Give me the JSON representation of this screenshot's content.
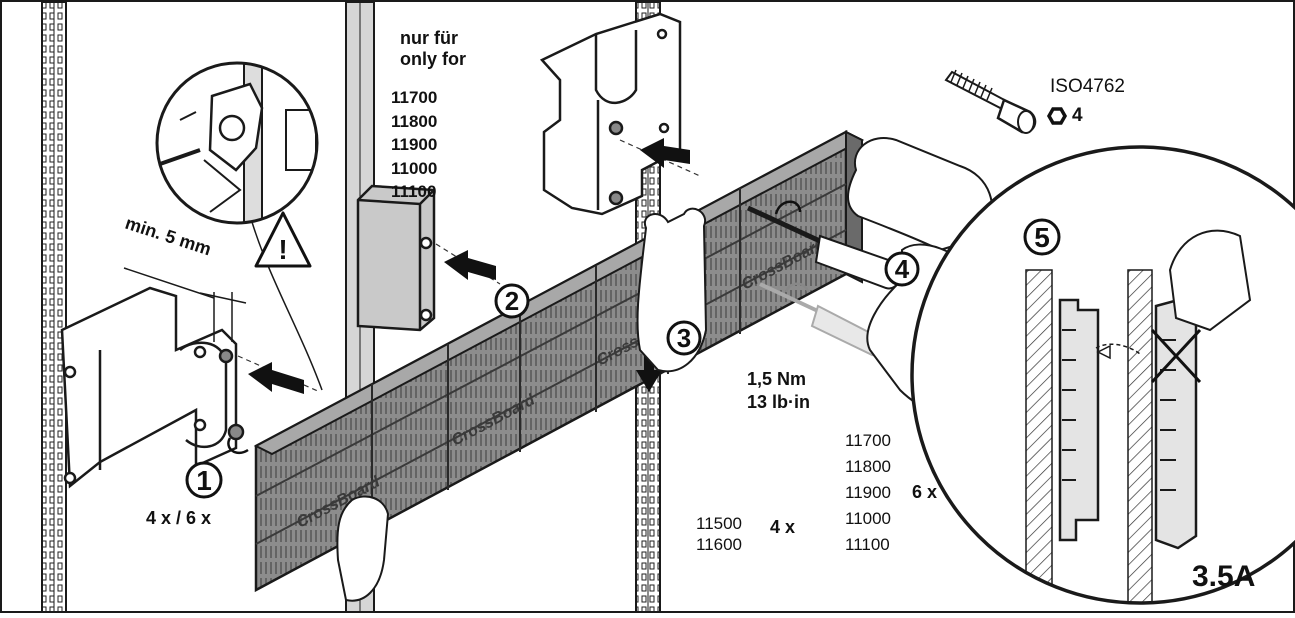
{
  "labels": {
    "only_for_de": "nur für",
    "only_for_en": "only for",
    "variants_top": [
      "11700",
      "11800",
      "11900",
      "11000",
      "11100"
    ],
    "min_distance": "min. 5 mm",
    "count_step1": "4 x / 6 x",
    "torque_nm": "1,5 Nm",
    "torque_lbin": "13 lb·in",
    "screw_standard": "ISO4762",
    "hex_size": "4",
    "variants_4x": [
      "11500",
      "11600"
    ],
    "qty_4x": "4 x",
    "variants_6x": [
      "11700",
      "11800",
      "11900",
      "11000",
      "11100"
    ],
    "qty_6x": "6 x",
    "figure_id": "3.5A",
    "steps": [
      "1",
      "2",
      "3",
      "4",
      "5"
    ],
    "warning_mark": "!",
    "brand": "CrossBoard"
  },
  "colors": {
    "line": "#1a1a1a",
    "board": "#8a8a8a",
    "board_dark": "#5e5e5e",
    "board_light": "#b3b3b3",
    "rail": "#d0d0d0"
  }
}
